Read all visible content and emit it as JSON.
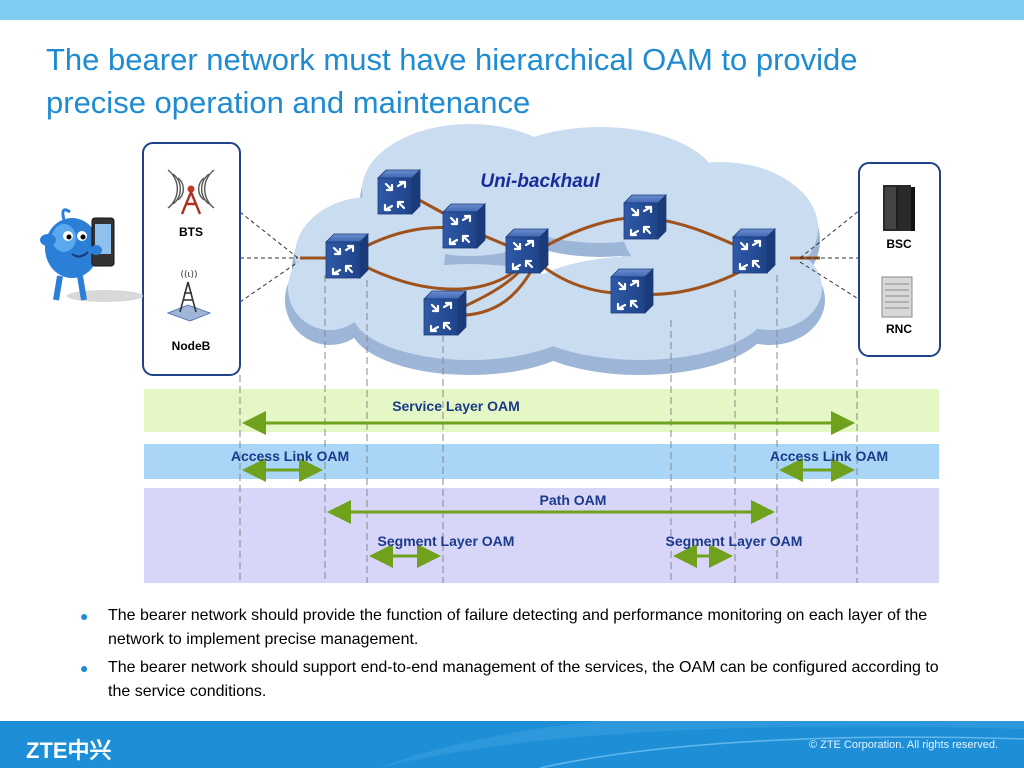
{
  "slide": {
    "title_line1": "The bearer network must have hierarchical OAM to provide",
    "title_line2": "precise operation and maintenance"
  },
  "diagram": {
    "cloud_label": "Uni-backhaul",
    "left_devices": [
      "BTS",
      "NodeB"
    ],
    "right_devices": [
      "BSC",
      "RNC"
    ],
    "layers": {
      "service": "Service Layer OAM",
      "access_left": "Access Link OAM",
      "access_right": "Access Link OAM",
      "path": "Path OAM",
      "segment_left": "Segment Layer OAM",
      "segment_right": "Segment Layer OAM"
    },
    "colors": {
      "service_band": "#e4f7c4",
      "access_band": "#a9d6f7",
      "path_band": "#d8d6f8",
      "arrow": "#6fa11c",
      "router": "#2c59a5",
      "ring": "#a0521d",
      "cloud": "#c6d9ee"
    }
  },
  "bullets": [
    "The bearer network should provide the function of failure detecting and performance monitoring on each layer of the network to implement precise management.",
    "The bearer network should support end-to-end management of the services, the OAM can be configured according to the service conditions."
  ],
  "footer": {
    "logo": "ZTE中兴",
    "copyright": "© ZTE Corporation. All rights reserved."
  }
}
